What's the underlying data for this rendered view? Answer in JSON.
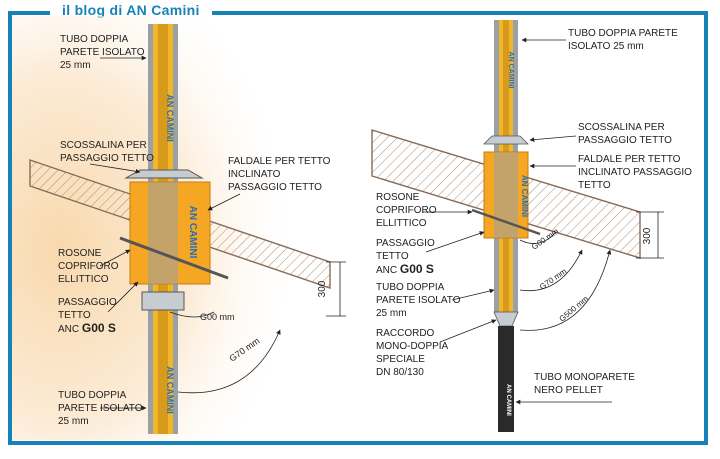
{
  "header": {
    "title": "il blog di AN Camini"
  },
  "left_diagram": {
    "tube_top": [
      "TUBO DOPPIA",
      "PARETE ISOLATO",
      "25 mm"
    ],
    "flashing": [
      "SCOSSALINA PER",
      "PASSAGGIO TETTO"
    ],
    "pitched_flange": [
      "FALDALE PER TETTO",
      "INCLINATO",
      "PASSAGGIO TETTO"
    ],
    "rosette": [
      "ROSONE",
      "COPRIFORO",
      "ELLITTICO"
    ],
    "passage": [
      "PASSAGGIO",
      "TETTO",
      "ANC "
    ],
    "passage_code": "G00 S",
    "tube_bottom": [
      "TUBO DOPPIA",
      "PARETE ISOLATO",
      "25 mm"
    ],
    "dim_300": "300",
    "angle_g00": "G00 mm",
    "angle_g70": "G70 mm",
    "pipe_brand": "AN CAMINI"
  },
  "right_diagram": {
    "tube_top": [
      "TUBO DOPPIA PARETE",
      "ISOLATO 25 mm"
    ],
    "flashing": [
      "SCOSSALINA PER",
      "PASSAGGIO TETTO"
    ],
    "pitched_flange": [
      "FALDALE PER TETTO",
      "INCLINATO PASSAGGIO",
      "TETTO"
    ],
    "rosette": [
      "ROSONE",
      "COPRIFORO",
      "ELLITTICO"
    ],
    "passage": [
      "PASSAGGIO",
      "TETTO",
      "ANC "
    ],
    "passage_code": "G00 S",
    "tube_mid": [
      "TUBO DOPPIA",
      "PARETE ISOLATO",
      "25 mm"
    ],
    "adapter": [
      "RACCORDO",
      "MONO-DOPPIA",
      "SPECIALE",
      "DN 80/130"
    ],
    "single_wall": [
      "TUBO MONOPARETE",
      "NERO PELLET"
    ],
    "dim_300": "300",
    "angle_g00": "G00 mm",
    "angle_g70": "G70 mm",
    "angle_g500": "G500 mm",
    "pipe_brand": "AN CAMINI"
  },
  "colors": {
    "frame": "#1682b8",
    "pipe_yellow": "#f2b62a",
    "pipe_grey": "#9aa1a6",
    "pipe_blue": "#2b6fb5",
    "passage_orange": "#f5a623",
    "roof_stroke": "#8a6b55",
    "single_wall_black": "#2a2a2a"
  }
}
